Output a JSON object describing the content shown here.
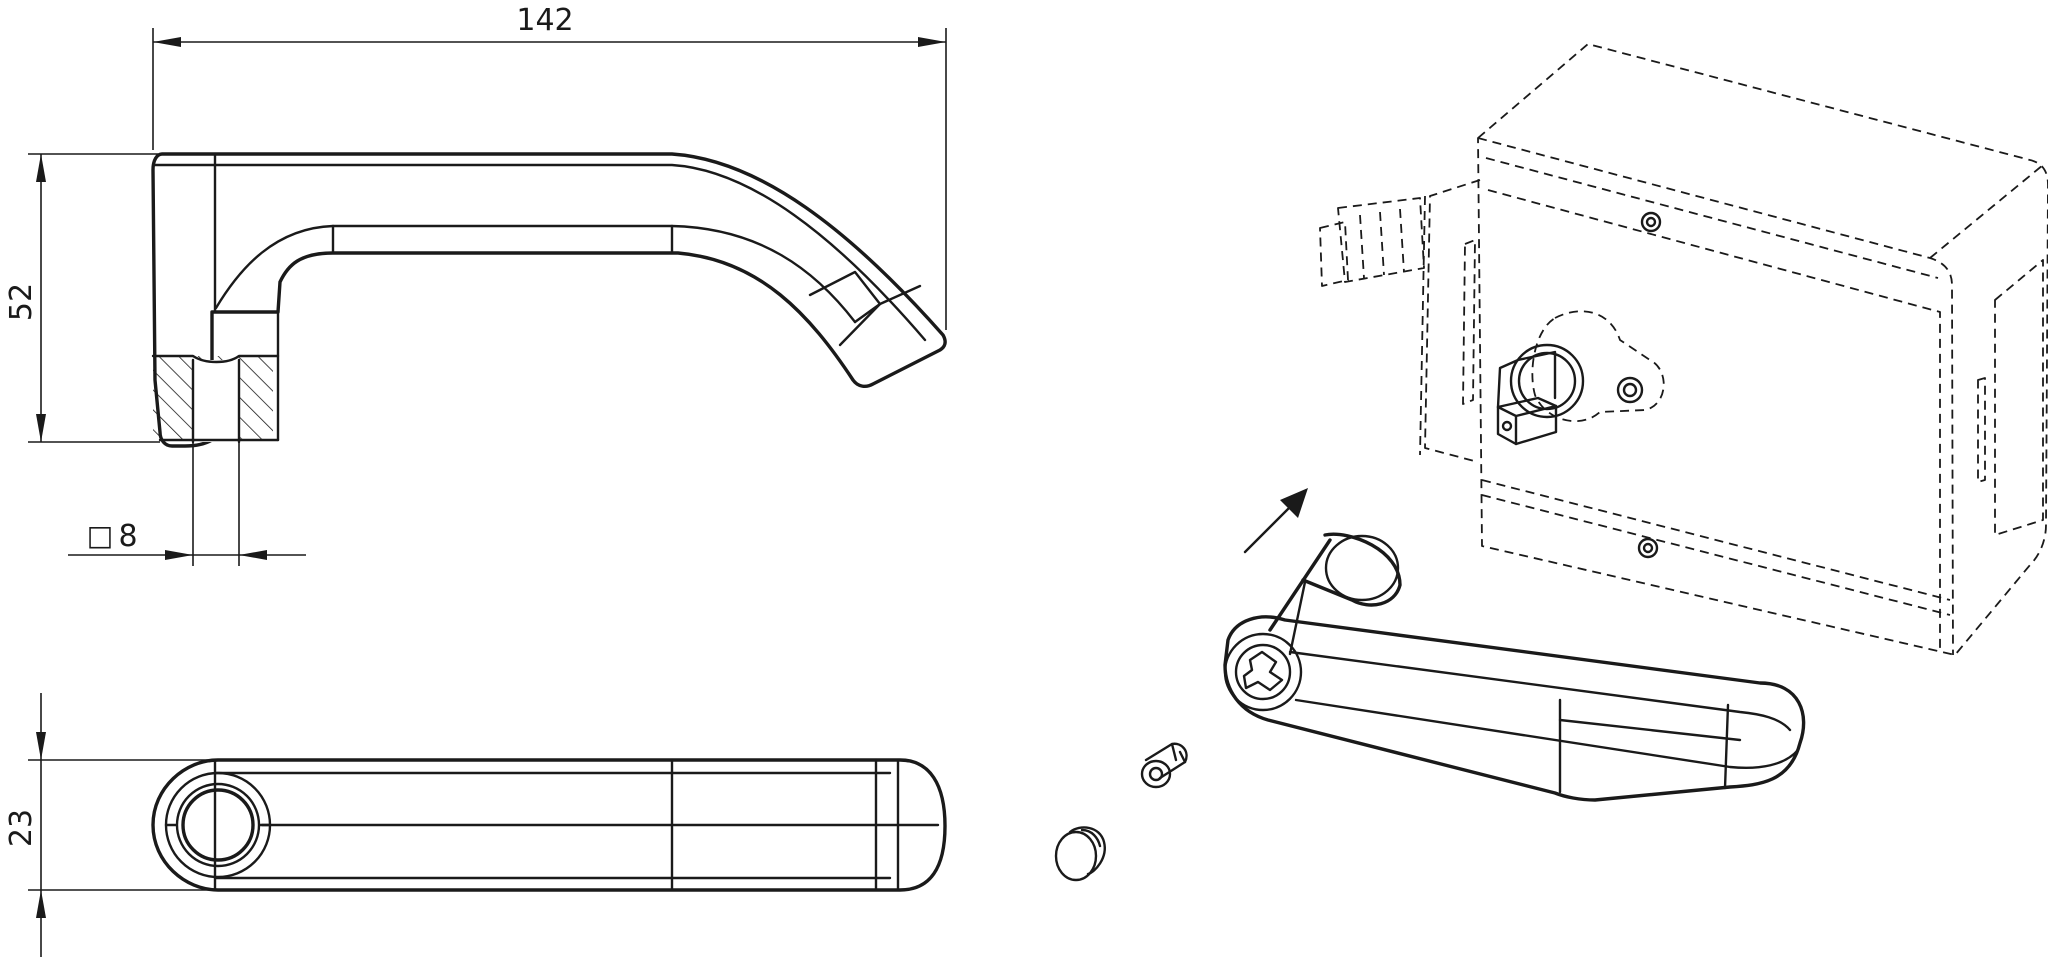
{
  "dimensions": {
    "overall_length": "142",
    "height": "52",
    "square_spindle_symbol": "□",
    "square_spindle": "8",
    "width": "23"
  },
  "views": [
    "front-elevation",
    "top-plan",
    "isometric-assembly"
  ],
  "assembly_parts": [
    "lever-handle",
    "grub-screw",
    "cover-cap",
    "lock-body"
  ],
  "colors": {
    "line": "#1a1a1a",
    "background": "#ffffff"
  }
}
